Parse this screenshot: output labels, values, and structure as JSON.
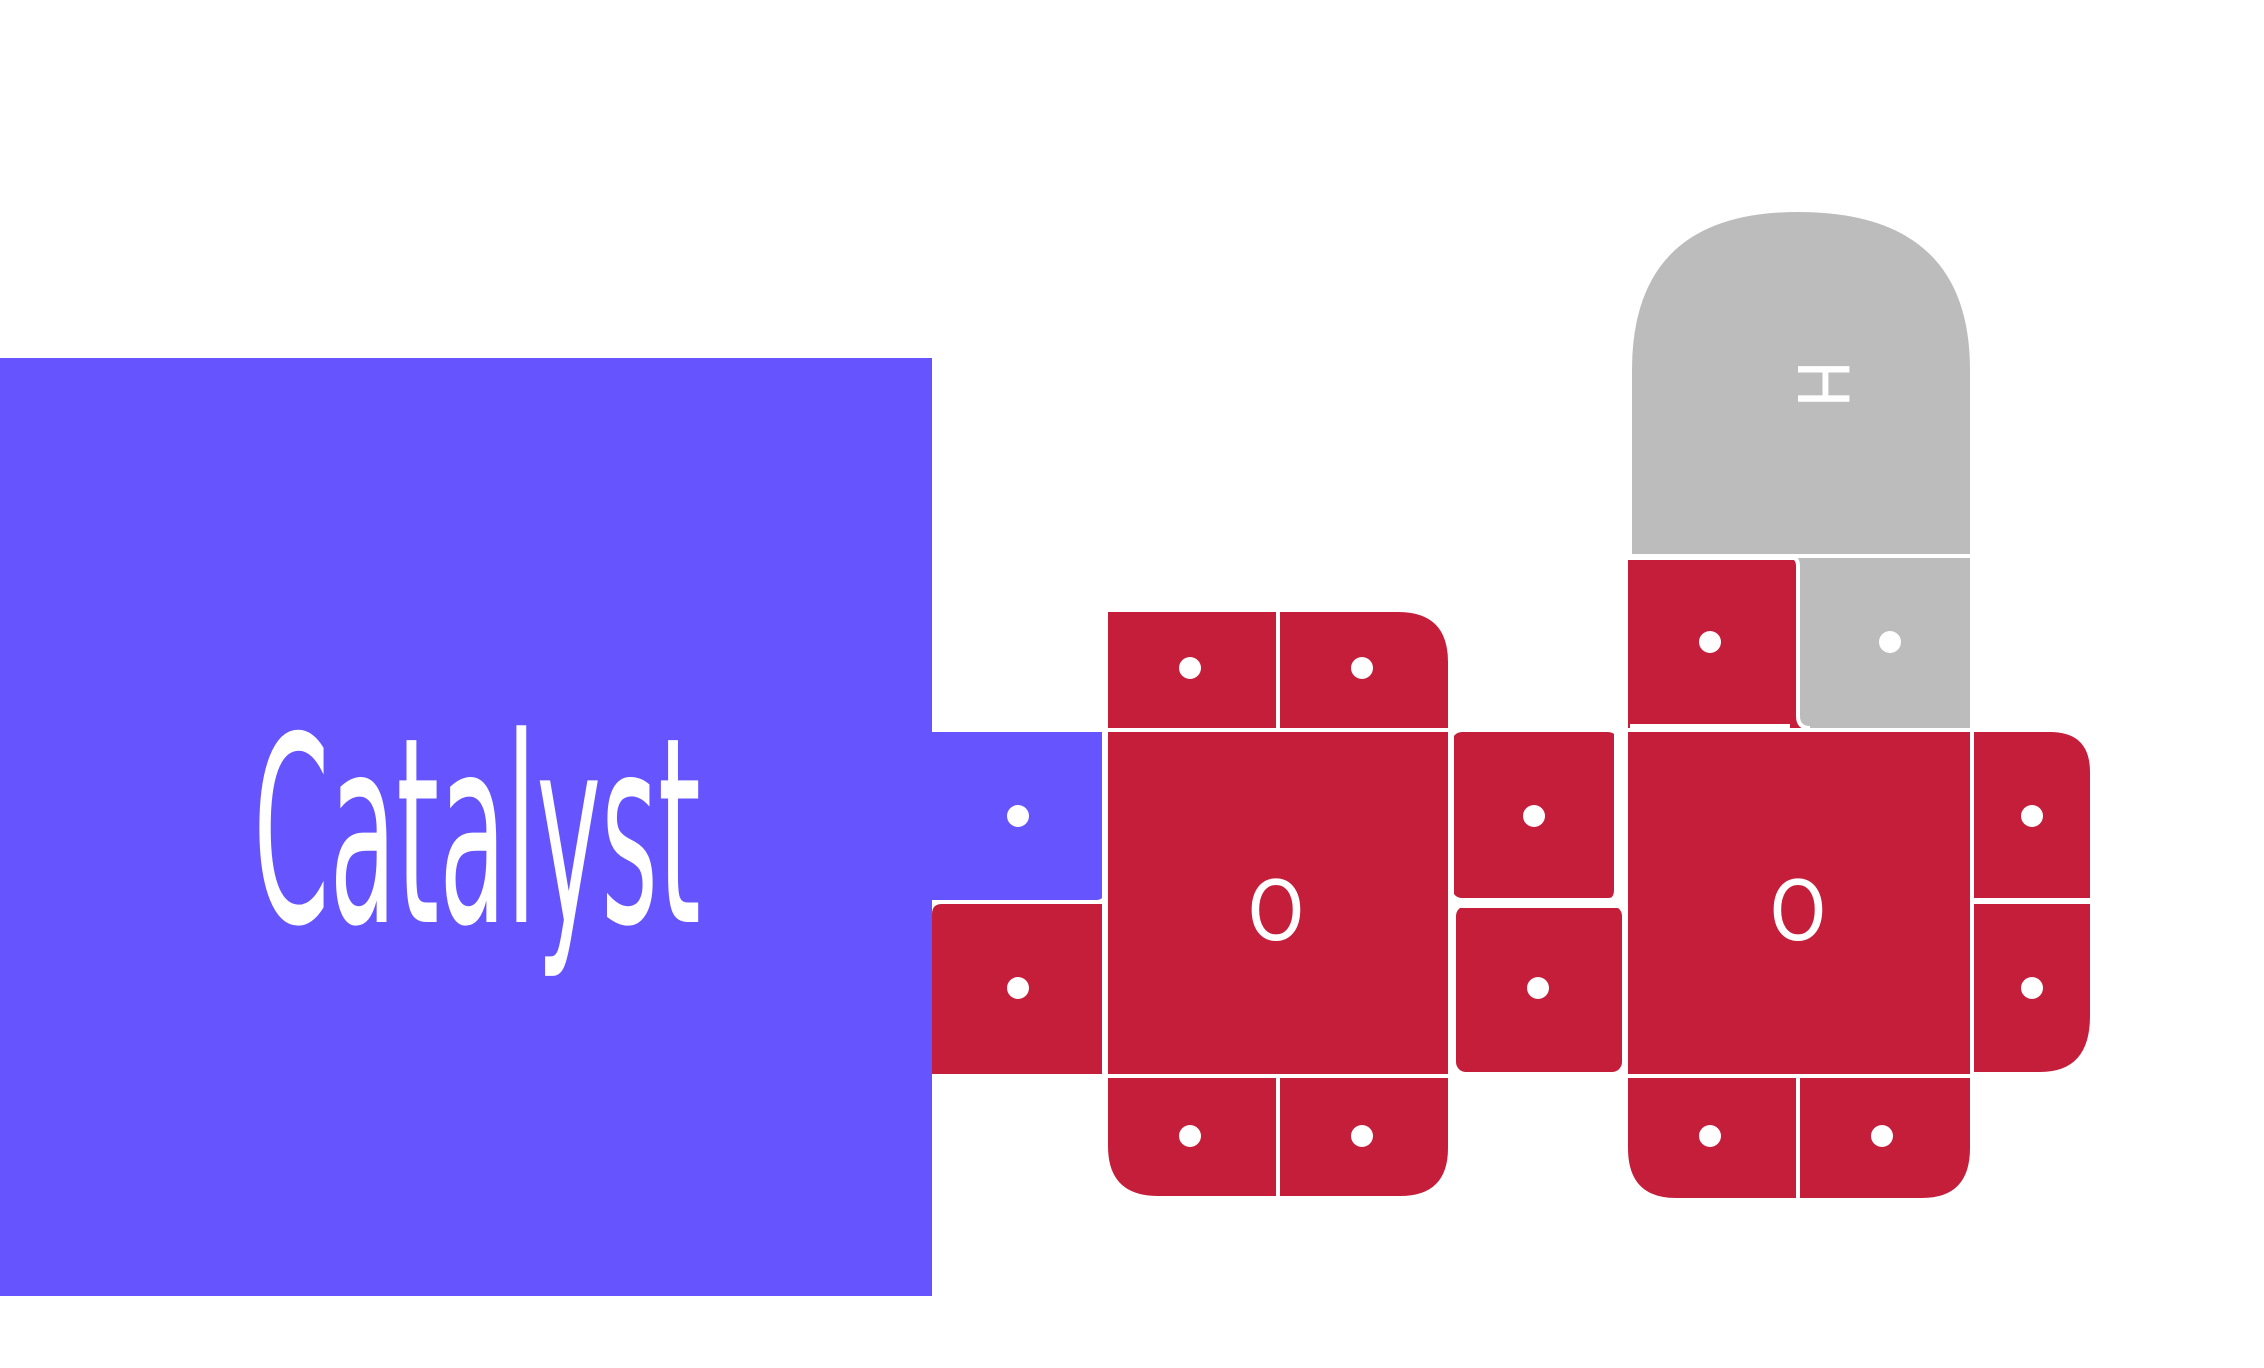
{
  "catalyst": {
    "label": "Catalyst",
    "color": "#6655ff"
  },
  "atoms": [
    {
      "id": "oxygen-1",
      "symbol": "O",
      "color": "#c41e3a"
    },
    {
      "id": "oxygen-2",
      "symbol": "O",
      "color": "#c41e3a"
    },
    {
      "id": "hydrogen-1",
      "symbol": "H",
      "color": "#bcbcbc"
    }
  ],
  "colors": {
    "oxygen": "#c41e3a",
    "hydrogen": "#bcbcbc",
    "catalyst": "#6655ff",
    "separator": "#ffffff",
    "dot": "#ffffff"
  }
}
